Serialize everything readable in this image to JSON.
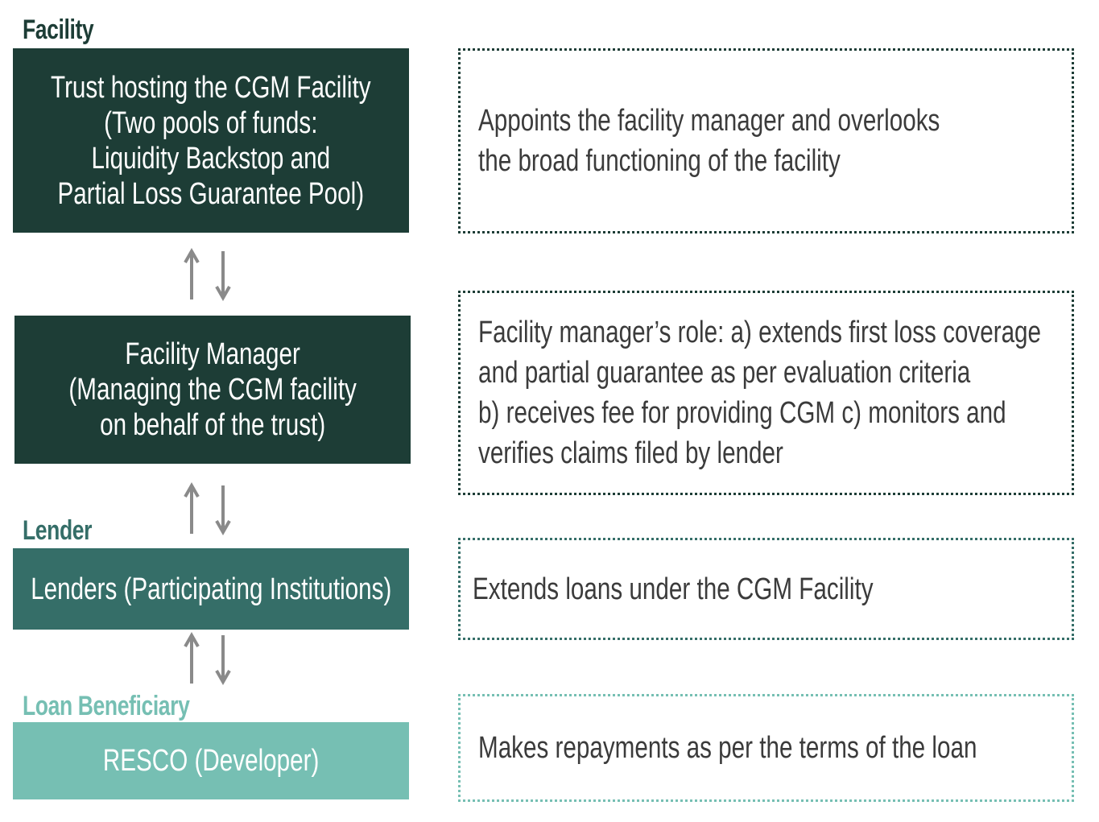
{
  "colors": {
    "dark_green": "#1d3d36",
    "mid_green": "#356e68",
    "light_teal": "#76bfb3",
    "label_dark": "#1d3d36",
    "label_mid": "#356e68",
    "label_light": "#76bfb3",
    "arrow_gray": "#8a8a8a"
  },
  "labels": {
    "facility": "Facility",
    "lender": "Lender",
    "loan_beneficiary": "Loan Beneficiary"
  },
  "boxes": {
    "trust": {
      "lines": [
        "Trust hosting the CGM Facility",
        "(Two pools of funds:",
        "Liquidity Backstop and",
        "Partial Loss Guarantee Pool)"
      ]
    },
    "manager": {
      "lines": [
        "Facility Manager",
        "(Managing the CGM facility",
        "on behalf of the trust)"
      ]
    },
    "lenders": {
      "lines": [
        "Lenders (Participating Institutions)"
      ]
    },
    "resco": {
      "lines": [
        "RESCO (Developer)"
      ]
    }
  },
  "descriptions": {
    "trust": {
      "lines": [
        "Appoints the facility manager and overlooks",
        "the broad functioning of the facility"
      ]
    },
    "manager": {
      "lines": [
        "Facility manager’s role: a) extends first loss coverage",
        "and partial guarantee as per evaluation criteria",
        "b) receives fee for providing CGM c) monitors and",
        "verifies claims filed by lender"
      ]
    },
    "lenders": {
      "lines": [
        "Extends loans under the CGM Facility"
      ]
    },
    "resco": {
      "lines": [
        "Makes repayments as per the terms of the loan"
      ]
    }
  }
}
